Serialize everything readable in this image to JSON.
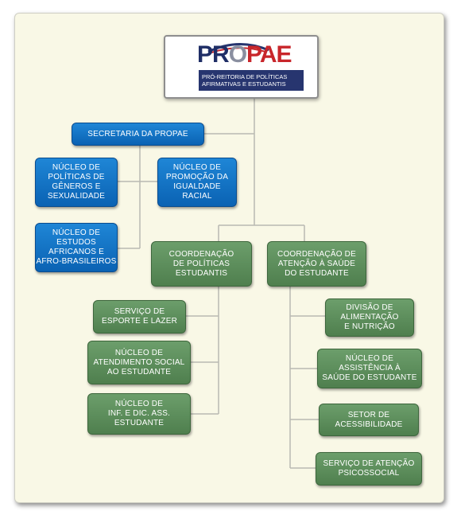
{
  "logo": {
    "word_pr": "PR",
    "word_o": "O",
    "word_pae": "PAE",
    "tagline_1": "PRÓ-REITORIA DE POLÍTICAS",
    "tagline_2": "AFIRMATIVAS E ESTUDANTIS",
    "colors": {
      "navy": "#27356f",
      "red": "#c8262b",
      "gray": "#8a8fa0"
    }
  },
  "nodes": {
    "secretaria": [
      "SECRETARIA DA PROPAE"
    ],
    "generos": [
      "NÚCLEO DE",
      "POLÍTICAS DE",
      "GÊNEROS E",
      "SEXUALIDADE"
    ],
    "igualdade": [
      "NÚCLEO DE",
      "PROMOÇÃO DA",
      "IGUALDADE",
      "RACIAL"
    ],
    "afro": [
      "NÚCLEO DE",
      "ESTUDOS",
      "AFRICANOS E",
      "AFRO-BRASILEIROS"
    ],
    "coord_politicas": [
      "COORDENAÇÃO",
      "DE POLÍTICAS",
      "ESTUDANTIS"
    ],
    "coord_saude": [
      "COORDENAÇÃO DE",
      "ATENÇÃO À SAÚDE",
      "DO ESTUDANTE"
    ],
    "esporte": [
      "SERVIÇO DE",
      "ESPORTE E LAZER"
    ],
    "atendimento": [
      "NÚCLEO DE",
      "ATENDIMENTO SOCIAL",
      "AO ESTUDANTE"
    ],
    "inf": [
      "NÚCLEO DE",
      "INF. E DIC. ASS.",
      "ESTUDANTE"
    ],
    "alimentacao": [
      "DIVISÃO DE",
      "ALIMENTAÇÃO",
      "E NUTRIÇÃO"
    ],
    "assistencia": [
      "NÚCLEO DE",
      "ASSISTÊNCIA À",
      "SAÚDE DO ESTUDANTE"
    ],
    "acessibilidade": [
      "SETOR DE",
      "ACESSIBILIDADE"
    ],
    "psicossocial": [
      "SERVIÇO DE ATENÇÃO",
      "PSICOSSOCIAL"
    ]
  },
  "colors": {
    "blue": "#0a62b3",
    "green": "#5a8a59",
    "background": "#f9f8e6",
    "connector": "#b9b9b2"
  }
}
